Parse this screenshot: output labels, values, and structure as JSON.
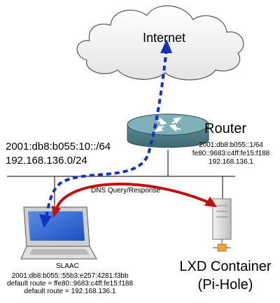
{
  "internet": {
    "label": "Internet"
  },
  "router": {
    "label": "Router",
    "addresses": [
      "2001:db8:b055::1/64",
      "fe80::9683:c4ff:fe15:f188",
      "192.168.136.1"
    ]
  },
  "network": {
    "prefixes": [
      "2001:db8:b055:10::/64",
      "192.168.136.0/24"
    ]
  },
  "dns_link": {
    "label": "DNS Query/Response"
  },
  "laptop": {
    "title": "SLAAC",
    "details": [
      "2001:db8:b055::55b3:e257:4281:f3bb",
      "default route = ffe80::9683:c4ff:fe15:f188",
      "default route = 192.168.136.1"
    ]
  },
  "container": {
    "label_lines": [
      "LXD Container",
      "(Pi-Hole)"
    ]
  },
  "colors": {
    "internet_path": "#1533b8",
    "dns_path": "#c01010",
    "router_body": "#6b9aa3"
  }
}
